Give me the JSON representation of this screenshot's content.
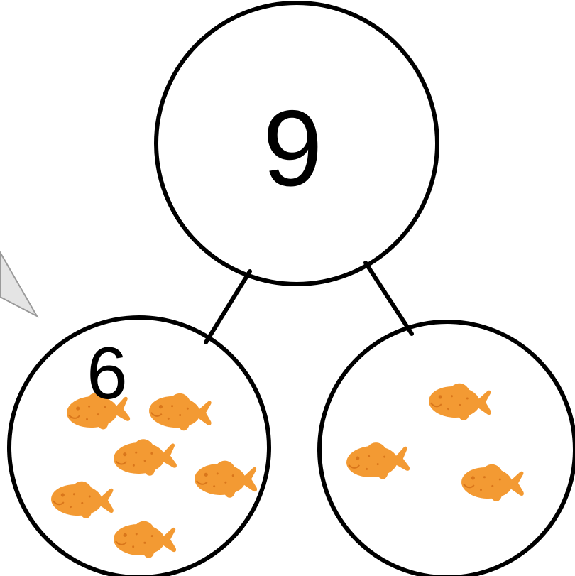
{
  "number_bond": {
    "whole": "9",
    "part_left": {
      "number": "6",
      "fish_count": 6
    },
    "part_right": {
      "number": "",
      "fish_count": 3
    }
  },
  "colors": {
    "stroke": "#000000",
    "fish_body": "#f39a33",
    "fish_shade": "#d9761b",
    "pointer_fill": "#e4e4e4",
    "pointer_stroke": "#9a9a9a"
  },
  "icons": {
    "fish": "goldfish-cracker-icon",
    "pointer": "speech-pointer-icon"
  }
}
